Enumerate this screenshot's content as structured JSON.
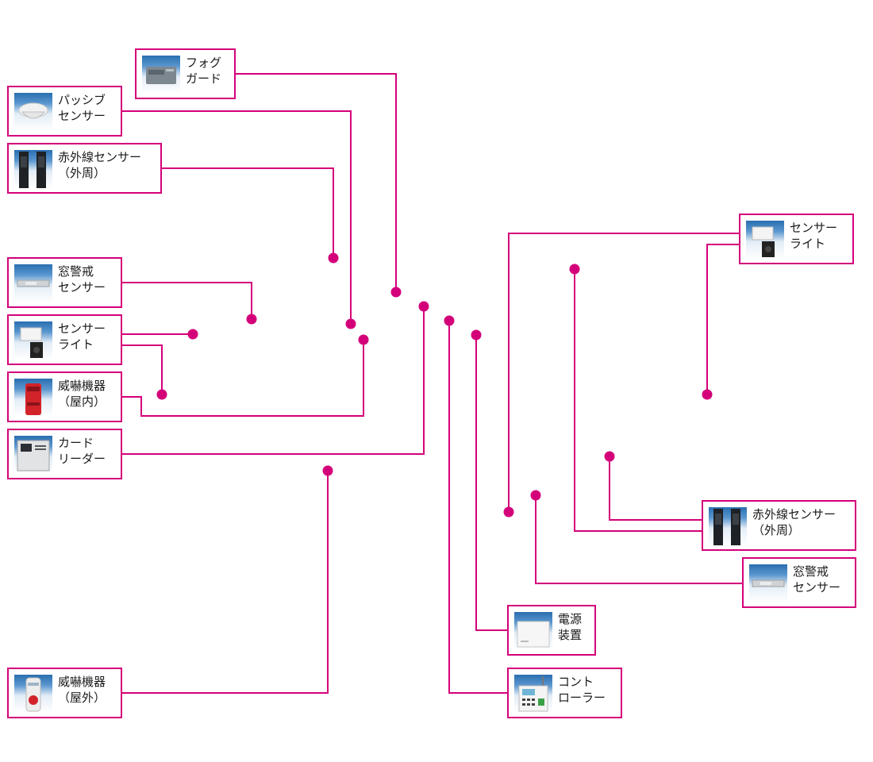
{
  "accent_color": "#d4007a",
  "devices": {
    "fog_guard": {
      "line1": "フォグ",
      "line2": "ガード",
      "icon": "fog-guard-unit"
    },
    "passive_sensor": {
      "line1": "パッシブ",
      "line2": "センサー",
      "icon": "ceiling-dome-sensor"
    },
    "ir_sensor_left": {
      "line1": "赤外線センサー",
      "line2": "（外周）",
      "icon": "infrared-beam-posts"
    },
    "window_sensor_left": {
      "line1": "窓警戒",
      "line2": "センサー",
      "icon": "window-contact-sensor"
    },
    "sensor_light_left": {
      "line1": "センサー",
      "line2": "ライト",
      "icon": "sensor-floodlight"
    },
    "threat_indoor": {
      "line1": "威嚇機器",
      "line2": "（屋内）",
      "icon": "red-siren-indoor"
    },
    "card_reader": {
      "line1": "カード",
      "line2": "リーダー",
      "icon": "card-reader-panel"
    },
    "threat_outdoor": {
      "line1": "威嚇機器",
      "line2": "（屋外）",
      "icon": "outdoor-siren"
    },
    "sensor_light_right": {
      "line1": "センサー",
      "line2": "ライト",
      "icon": "sensor-floodlight"
    },
    "ir_sensor_right": {
      "line1": "赤外線センサー",
      "line2": "（外周）",
      "icon": "infrared-beam-posts"
    },
    "window_sensor_right": {
      "line1": "窓警戒",
      "line2": "センサー",
      "icon": "window-contact-sensor"
    },
    "power_supply": {
      "line1": "電源",
      "line2": "装置",
      "icon": "power-supply-box"
    },
    "controller": {
      "line1": "コント",
      "line2": "ローラー",
      "icon": "controller-keypad"
    }
  }
}
